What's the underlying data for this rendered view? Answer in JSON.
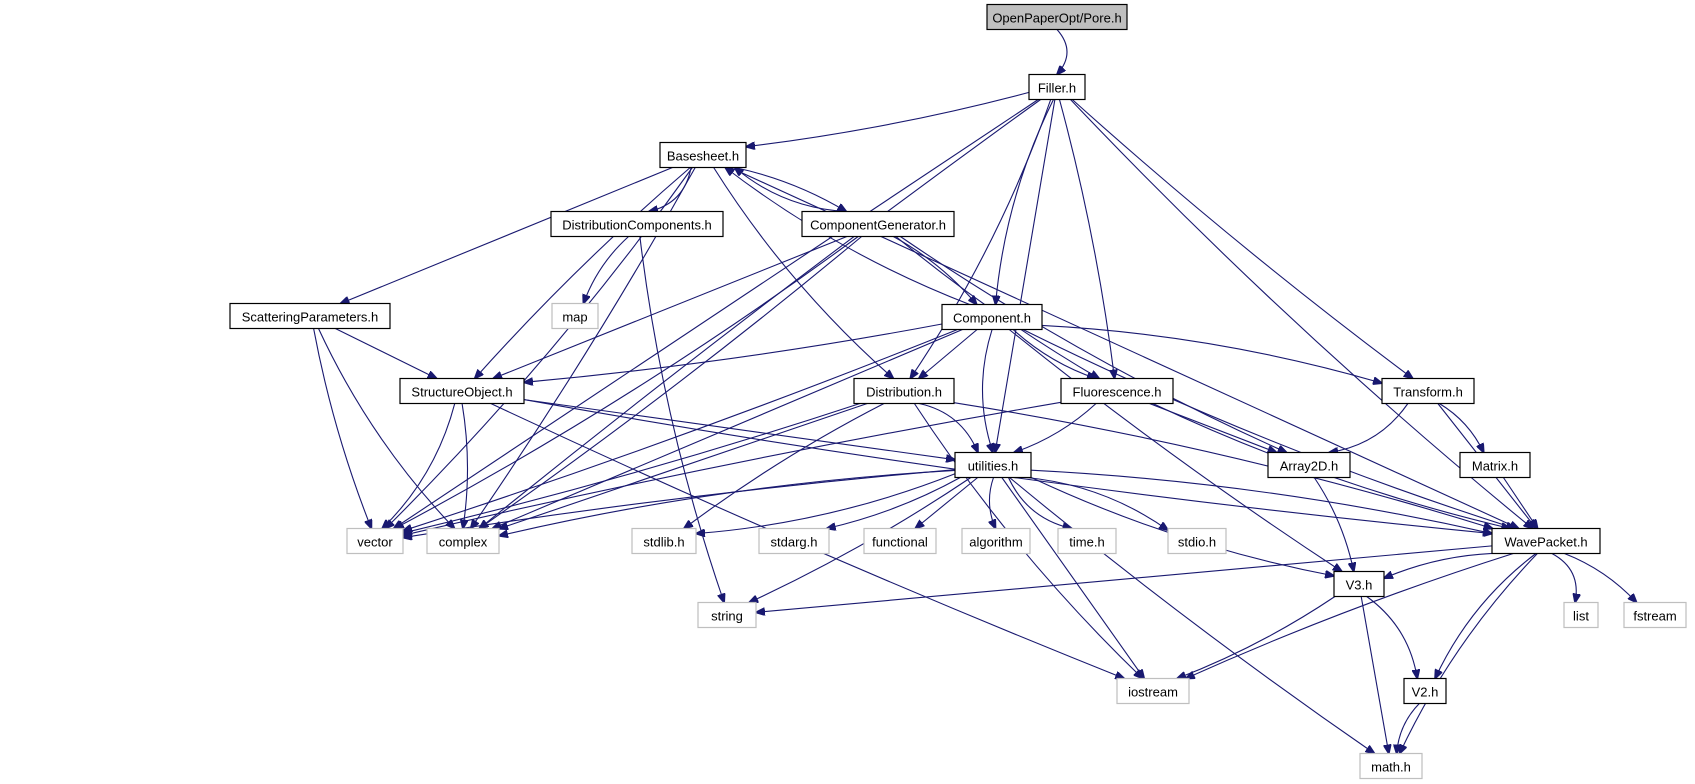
{
  "graph": {
    "title": "OpenPaperOpt/Pore.h",
    "edge_color": "#191970",
    "root_fill": "#bfbfbf",
    "system_header_border": "#bfbfbf",
    "nodes": [
      {
        "id": "pore",
        "label": "OpenPaperOpt/Pore.h",
        "kind": "root"
      },
      {
        "id": "filler",
        "label": "Filler.h",
        "kind": "project"
      },
      {
        "id": "basesheet",
        "label": "Basesheet.h",
        "kind": "project"
      },
      {
        "id": "distcomp",
        "label": "DistributionComponents.h",
        "kind": "project"
      },
      {
        "id": "compgen",
        "label": "ComponentGenerator.h",
        "kind": "project"
      },
      {
        "id": "map",
        "label": "map",
        "kind": "system"
      },
      {
        "id": "scatter",
        "label": "ScatteringParameters.h",
        "kind": "project"
      },
      {
        "id": "component",
        "label": "Component.h",
        "kind": "project"
      },
      {
        "id": "structobj",
        "label": "StructureObject.h",
        "kind": "project"
      },
      {
        "id": "distribution",
        "label": "Distribution.h",
        "kind": "project"
      },
      {
        "id": "fluor",
        "label": "Fluorescence.h",
        "kind": "project"
      },
      {
        "id": "transform",
        "label": "Transform.h",
        "kind": "project"
      },
      {
        "id": "utilities",
        "label": "utilities.h",
        "kind": "project"
      },
      {
        "id": "array2d",
        "label": "Array2D.h",
        "kind": "project"
      },
      {
        "id": "matrix",
        "label": "Matrix.h",
        "kind": "project"
      },
      {
        "id": "vector",
        "label": "vector",
        "kind": "system"
      },
      {
        "id": "complex",
        "label": "complex",
        "kind": "system"
      },
      {
        "id": "stdlib",
        "label": "stdlib.h",
        "kind": "system"
      },
      {
        "id": "stdarg",
        "label": "stdarg.h",
        "kind": "system"
      },
      {
        "id": "functional",
        "label": "functional",
        "kind": "system"
      },
      {
        "id": "algorithm",
        "label": "algorithm",
        "kind": "system"
      },
      {
        "id": "time",
        "label": "time.h",
        "kind": "system"
      },
      {
        "id": "stdio",
        "label": "stdio.h",
        "kind": "system"
      },
      {
        "id": "wavepacket",
        "label": "WavePacket.h",
        "kind": "project"
      },
      {
        "id": "list",
        "label": "list",
        "kind": "system"
      },
      {
        "id": "fstream",
        "label": "fstream",
        "kind": "system"
      },
      {
        "id": "string",
        "label": "string",
        "kind": "system"
      },
      {
        "id": "v3",
        "label": "V3.h",
        "kind": "project"
      },
      {
        "id": "iostream",
        "label": "iostream",
        "kind": "system"
      },
      {
        "id": "v2",
        "label": "V2.h",
        "kind": "project"
      },
      {
        "id": "math",
        "label": "math.h",
        "kind": "system"
      }
    ],
    "edges": [
      [
        "pore",
        "filler"
      ],
      [
        "filler",
        "basesheet"
      ],
      [
        "filler",
        "vector"
      ],
      [
        "filler",
        "complex"
      ],
      [
        "filler",
        "component"
      ],
      [
        "filler",
        "distribution"
      ],
      [
        "filler",
        "fluor"
      ],
      [
        "filler",
        "utilities"
      ],
      [
        "filler",
        "transform"
      ],
      [
        "filler",
        "wavepacket"
      ],
      [
        "basesheet",
        "distcomp"
      ],
      [
        "basesheet",
        "compgen"
      ],
      [
        "basesheet",
        "scatter"
      ],
      [
        "basesheet",
        "structobj"
      ],
      [
        "basesheet",
        "distribution"
      ],
      [
        "basesheet",
        "vector"
      ],
      [
        "basesheet",
        "complex"
      ],
      [
        "basesheet",
        "wavepacket"
      ],
      [
        "distcomp",
        "map"
      ],
      [
        "distcomp",
        "string"
      ],
      [
        "compgen",
        "basesheet"
      ],
      [
        "compgen",
        "component"
      ],
      [
        "compgen",
        "structobj"
      ],
      [
        "compgen",
        "fluor"
      ],
      [
        "compgen",
        "array2d"
      ],
      [
        "compgen",
        "vector"
      ],
      [
        "compgen",
        "complex"
      ],
      [
        "scatter",
        "structobj"
      ],
      [
        "scatter",
        "vector"
      ],
      [
        "scatter",
        "complex"
      ],
      [
        "component",
        "basesheet"
      ],
      [
        "component",
        "structobj"
      ],
      [
        "component",
        "distribution"
      ],
      [
        "component",
        "fluor"
      ],
      [
        "component",
        "utilities"
      ],
      [
        "component",
        "transform"
      ],
      [
        "component",
        "vector"
      ],
      [
        "component",
        "complex"
      ],
      [
        "component",
        "v3"
      ],
      [
        "component",
        "wavepacket"
      ],
      [
        "structobj",
        "vector"
      ],
      [
        "structobj",
        "complex"
      ],
      [
        "structobj",
        "utilities"
      ],
      [
        "structobj",
        "iostream"
      ],
      [
        "structobj",
        "wavepacket"
      ],
      [
        "distribution",
        "utilities"
      ],
      [
        "distribution",
        "vector"
      ],
      [
        "distribution",
        "complex"
      ],
      [
        "distribution",
        "stdlib"
      ],
      [
        "distribution",
        "iostream"
      ],
      [
        "distribution",
        "wavepacket"
      ],
      [
        "fluor",
        "utilities"
      ],
      [
        "fluor",
        "array2d"
      ],
      [
        "fluor",
        "vector"
      ],
      [
        "fluor",
        "wavepacket"
      ],
      [
        "transform",
        "array2d"
      ],
      [
        "transform",
        "matrix"
      ],
      [
        "transform",
        "wavepacket"
      ],
      [
        "utilities",
        "vector"
      ],
      [
        "utilities",
        "complex"
      ],
      [
        "utilities",
        "stdlib"
      ],
      [
        "utilities",
        "stdarg"
      ],
      [
        "utilities",
        "functional"
      ],
      [
        "utilities",
        "algorithm"
      ],
      [
        "utilities",
        "time"
      ],
      [
        "utilities",
        "stdio"
      ],
      [
        "utilities",
        "string"
      ],
      [
        "utilities",
        "iostream"
      ],
      [
        "utilities",
        "math"
      ],
      [
        "utilities",
        "v3"
      ],
      [
        "utilities",
        "wavepacket"
      ],
      [
        "array2d",
        "v3"
      ],
      [
        "matrix",
        "wavepacket"
      ],
      [
        "wavepacket",
        "v3"
      ],
      [
        "wavepacket",
        "v2"
      ],
      [
        "wavepacket",
        "list"
      ],
      [
        "wavepacket",
        "fstream"
      ],
      [
        "wavepacket",
        "string"
      ],
      [
        "wavepacket",
        "iostream"
      ],
      [
        "wavepacket",
        "math"
      ],
      [
        "v3",
        "v2"
      ],
      [
        "v3",
        "iostream"
      ],
      [
        "v3",
        "math"
      ],
      [
        "v2",
        "math"
      ]
    ]
  }
}
